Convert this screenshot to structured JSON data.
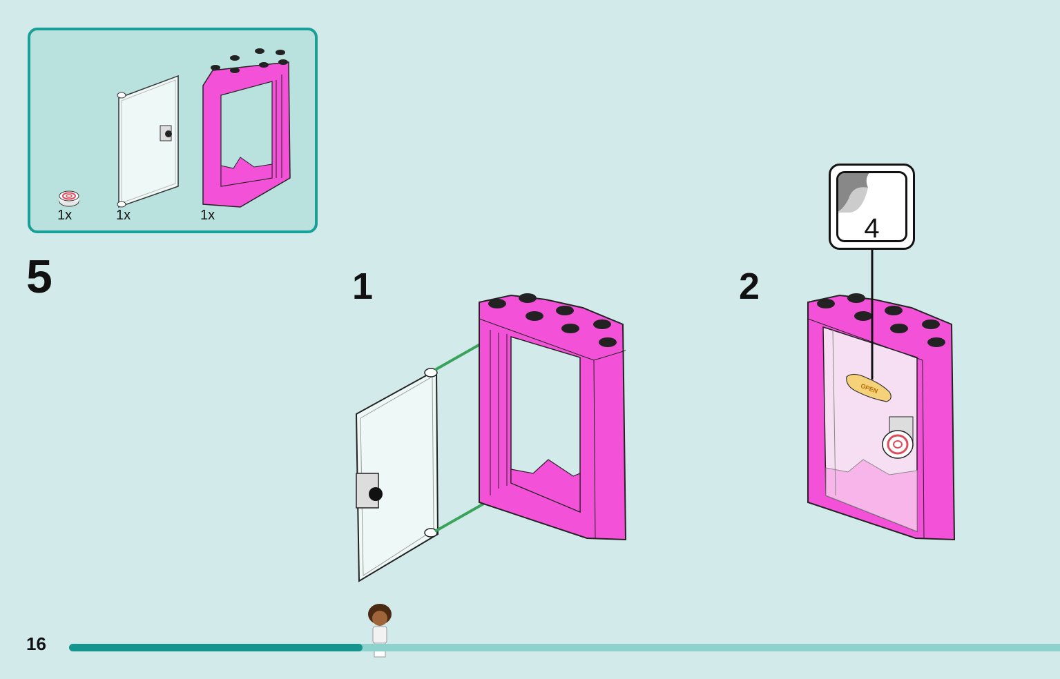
{
  "parts_list": {
    "items": [
      {
        "icon": "swirl-tile-icon",
        "qty": "1x"
      },
      {
        "icon": "door-panel-icon",
        "qty": "1x"
      },
      {
        "icon": "pink-door-frame-icon",
        "qty": "1x"
      }
    ]
  },
  "step": {
    "number": "5"
  },
  "substeps": [
    {
      "number": "1"
    },
    {
      "number": "2"
    }
  ],
  "sticker_callout": {
    "sheet_number": "4"
  },
  "sticker_text": "OPEN",
  "page": {
    "number": "16"
  },
  "progress": {
    "fraction": 0.296
  },
  "colors": {
    "background": "#d3eaea",
    "parts_box_bg": "#b9e1de",
    "parts_box_border": "#1a9e98",
    "frame_pink": "#f352d8",
    "arrow_green": "#3aa35b",
    "progress_fill": "#16958f",
    "progress_track": "#8ed2cd"
  }
}
